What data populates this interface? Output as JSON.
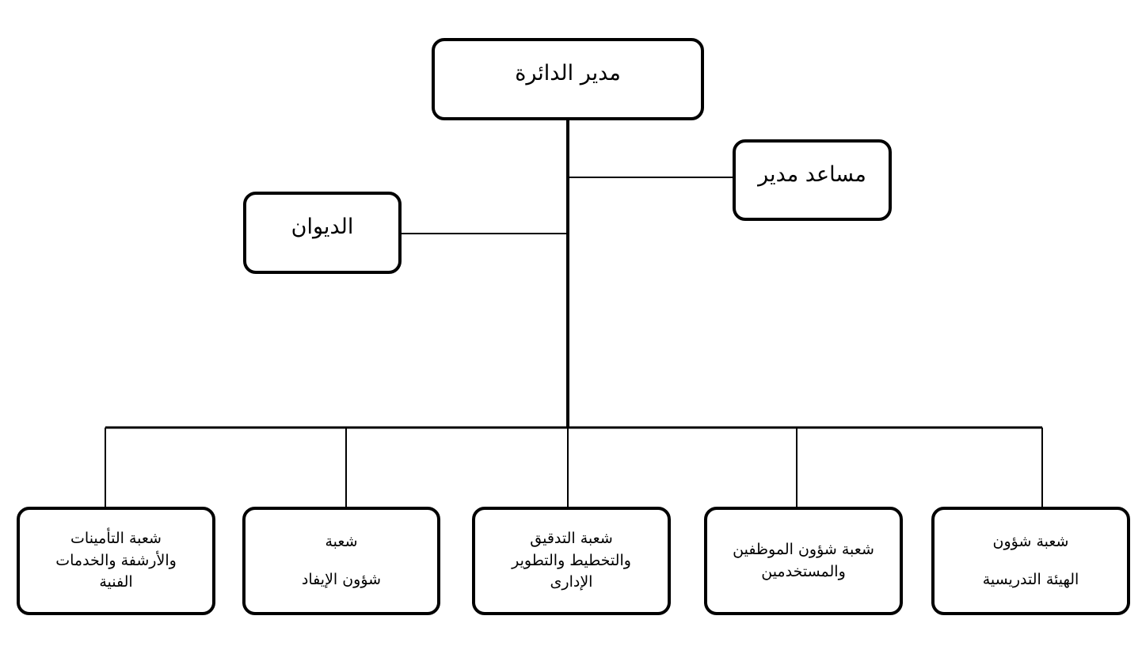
{
  "top": {
    "director": "مدير الدائرة",
    "assistant": "مساعد مدير",
    "diwan": "الديوان"
  },
  "branches": [
    {
      "lines": [
        "شعبة التأمينات",
        "والأرشفة والخدمات",
        "الفنية"
      ]
    },
    {
      "lines": [
        "شعبة",
        "شؤون الإيفاد"
      ]
    },
    {
      "lines": [
        "شعبة التدقيق",
        "والتخطيط والتطوير",
        "الإدارى"
      ]
    },
    {
      "lines": [
        "شعبة شؤون الموظفين",
        "والمستخدمين"
      ]
    },
    {
      "lines": [
        "شعبة شؤون",
        "الهيئة التدريسية"
      ]
    }
  ]
}
